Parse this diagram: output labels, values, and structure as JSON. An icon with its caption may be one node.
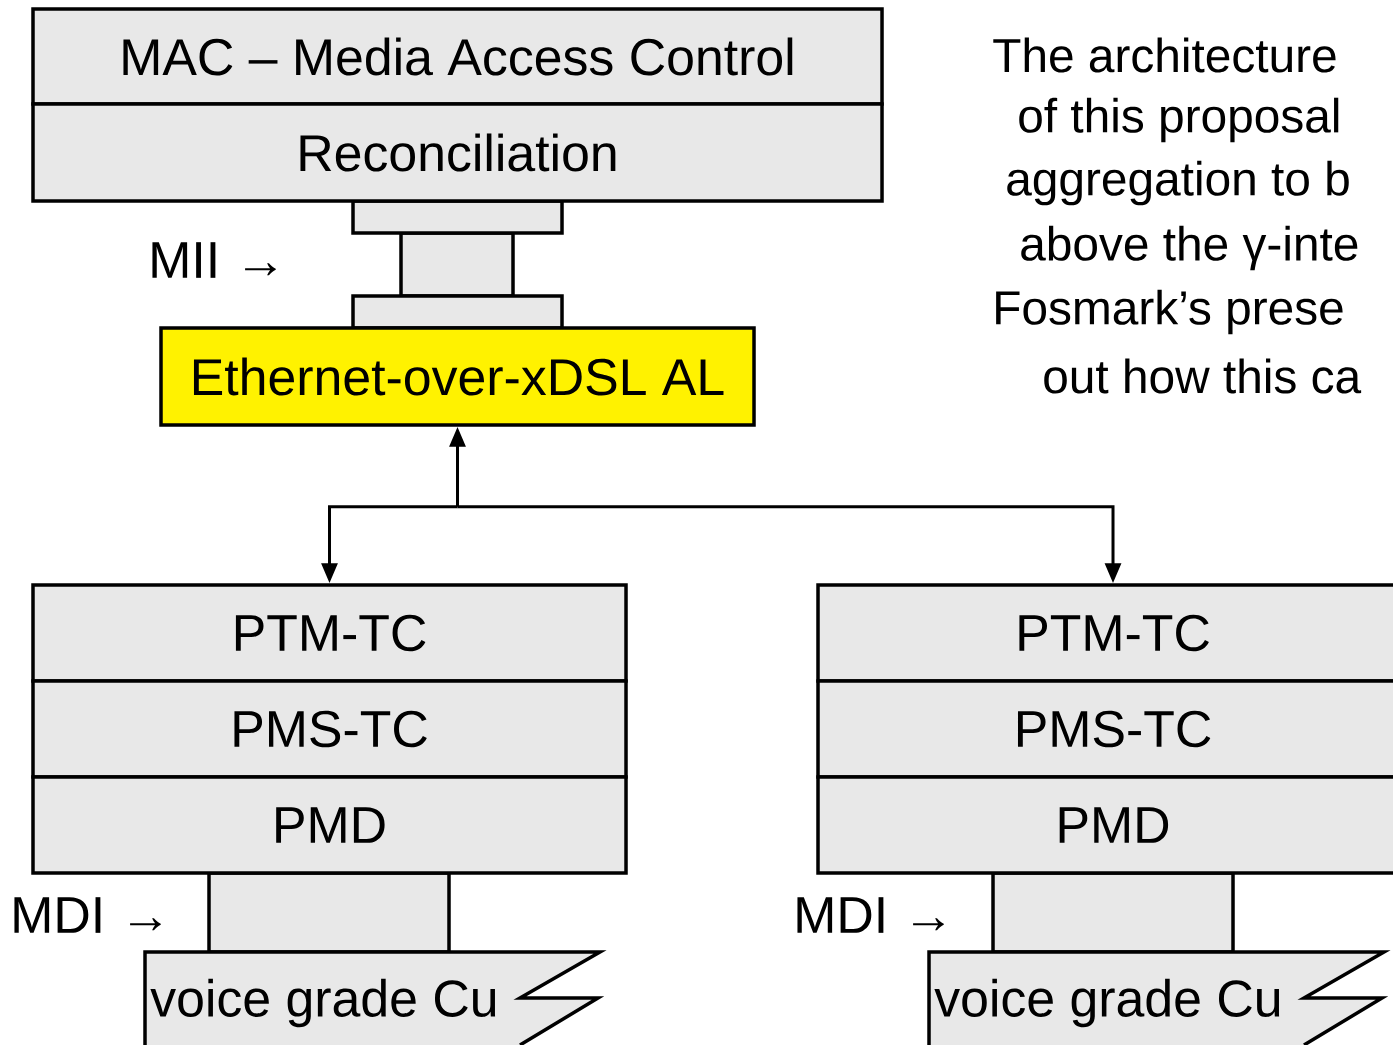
{
  "diagram": {
    "nodes": [
      {
        "text": [
          "MAC – Media Access Control"
        ]
      },
      {
        "text": [
          "Reconciliation"
        ]
      },
      {
        "text": [
          "Ethernet-over-xDSL AL"
        ]
      },
      {
        "text": [
          "PTM-TC"
        ]
      },
      {
        "text": [
          "PMS-TC"
        ]
      },
      {
        "text": [
          "PMD"
        ]
      },
      {
        "text": [
          "PTM-TC"
        ]
      },
      {
        "text": [
          "PMS-TC"
        ]
      },
      {
        "text": [
          "PMD"
        ]
      },
      {
        "text": [
          "voice grade Cu"
        ]
      },
      {
        "text": [
          "voice grade Cu"
        ]
      }
    ],
    "edges": [
      {
        "from": 2,
        "to": 3,
        "arrow": "both"
      },
      {
        "from": 2,
        "to": 6,
        "arrow": "both"
      }
    ],
    "labels": [
      "MII →",
      "MDI →",
      "MDI →",
      "The architecture",
      "of this proposal",
      "aggregation to b",
      "above the γ-inte",
      "Fosmark’s prese",
      "out how this ca"
    ]
  }
}
